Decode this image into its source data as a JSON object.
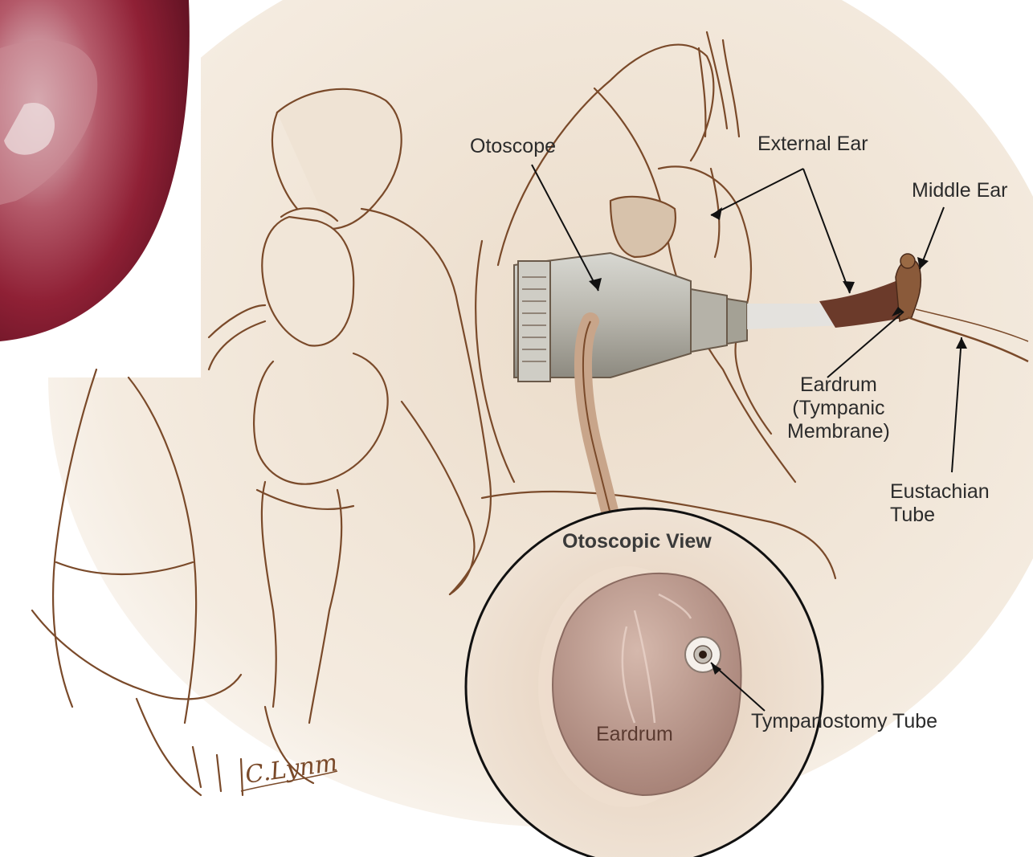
{
  "labels": {
    "otoscope": "Otoscope",
    "external_ear": "External Ear",
    "middle_ear": "Middle Ear",
    "eardrum": "Eardrum\n(Tympanic\nMembrane)",
    "eustachian_tube": "Eustachian\nTube",
    "inset_title": "Otoscopic View",
    "tympanostomy_tube": "Tympanostomy Tube",
    "inset_eardrum": "Eardrum"
  },
  "signature": "C.Lynm",
  "colors": {
    "line_art": "#7a4a2a",
    "parchment": "#eadccb",
    "inset_bg": "#ead7c2",
    "eardrum_fill": "#b68f84",
    "canal_dark": "#6b3a2a"
  }
}
